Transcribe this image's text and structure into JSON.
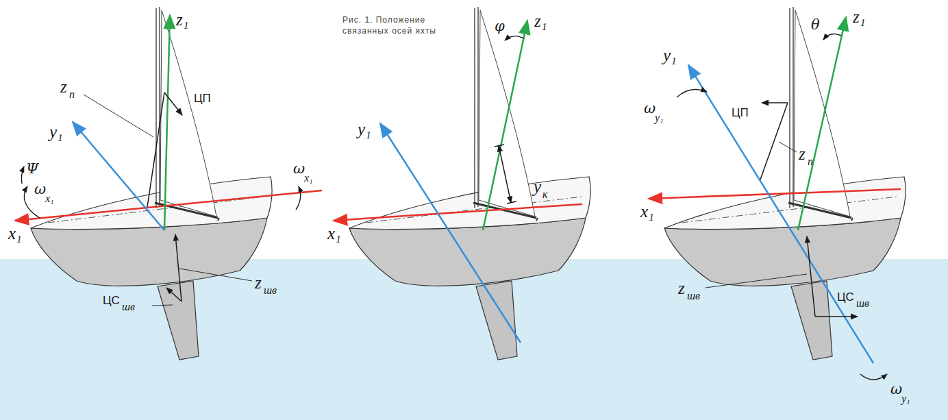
{
  "diagram": {
    "caption": "Рис. 1. Положение связанных осей яхты",
    "labels": [
      "z₁",
      "z",
      "п",
      "ЦП",
      "y₁",
      "Ψ",
      "ω",
      "x₁",
      "x₁",
      "ω",
      "x₁",
      "ЦС",
      "шв",
      "z",
      "шв",
      "φ",
      "z₁",
      "y₁",
      "y",
      "к",
      "x₁",
      "θ",
      "z₁",
      "y₁",
      "ω",
      "y₁",
      "ЦП",
      "z",
      "п",
      "x₁",
      "z",
      "шв",
      "ЦС",
      "шв",
      "ω",
      "y₁"
    ]
  }
}
